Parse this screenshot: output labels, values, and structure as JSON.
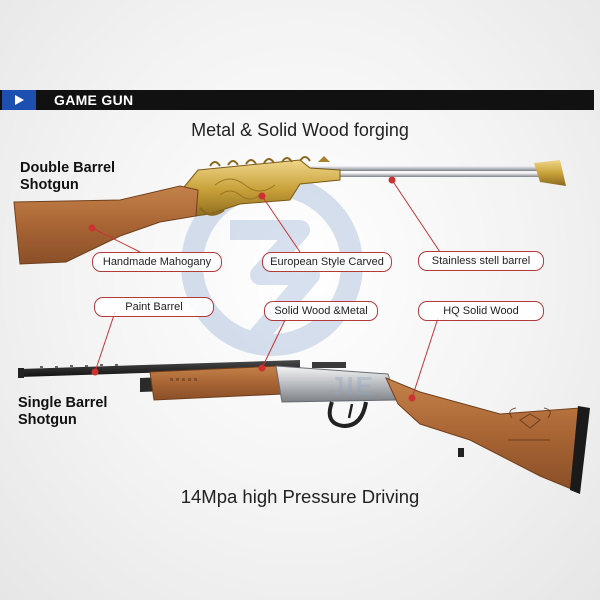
{
  "header": {
    "title": "GAME GUN",
    "arrow_icon": "play-triangle-icon"
  },
  "headings": {
    "top": "Metal & Solid Wood forging",
    "bottom": "14Mpa high Pressure Driving"
  },
  "sections": {
    "double": {
      "line1": "Double Barrel",
      "line2": "Shotgun"
    },
    "single": {
      "line1": "Single Barrel",
      "line2": "Shotgun"
    }
  },
  "callouts": {
    "handmade_mahogany": "Handmade Mahogany",
    "european_style_carved": "European Style Carved",
    "stainless_barrel": "Stainless stell barrel",
    "paint_barrel": "Paint Barrel",
    "solid_wood_metal": "Solid Wood &Metal",
    "hq_solid_wood": "HQ Solid Wood"
  },
  "watermark": {
    "text": "JIE"
  },
  "colors": {
    "accent_blue": "#1c4fb0",
    "callout_red": "#b43a3a",
    "wood": "#b0703a",
    "gold": "#c9a23a"
  }
}
